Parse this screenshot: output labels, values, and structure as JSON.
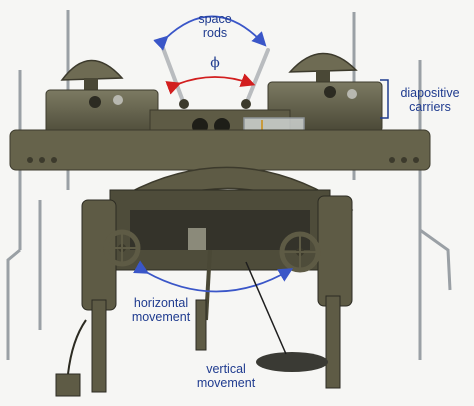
{
  "labels": {
    "space_rods_line1": "space",
    "space_rods_line2": "rods",
    "phi": "ϕ",
    "diapositive_line1": "diapositive",
    "diapositive_line2": "carriers",
    "horizontal_line1": "horizontal",
    "horizontal_line2": "movement",
    "vertical_line1": "vertical",
    "vertical_line2": "movement"
  },
  "colors": {
    "annotation_blue": "#1f3b8f",
    "arrow_blue": "#3a56c8",
    "arrow_red": "#d21e1e",
    "machine_olive": "#5e5b45",
    "machine_dark": "#3c3a2c",
    "machine_light": "#7c7a62",
    "support_pole": "#9aa0a5"
  }
}
